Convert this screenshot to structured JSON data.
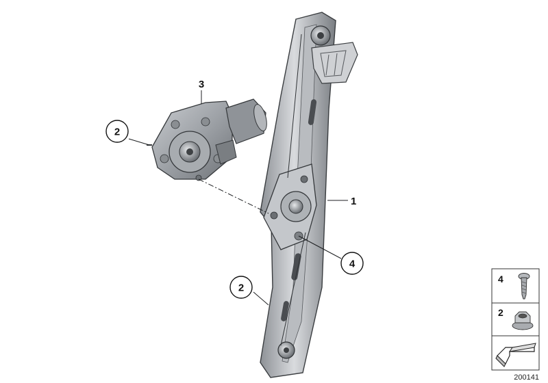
{
  "callouts": {
    "rail": "1",
    "nut_top": "2",
    "motor": "3",
    "screw": "4",
    "nut_bottom": "2"
  },
  "legend": {
    "items": [
      {
        "number": "4",
        "icon": "torx-screw-icon"
      },
      {
        "number": "2",
        "icon": "flange-nut-icon"
      },
      {
        "number": "",
        "icon": "arrow-reference-icon"
      }
    ]
  },
  "reference_number": "200141"
}
